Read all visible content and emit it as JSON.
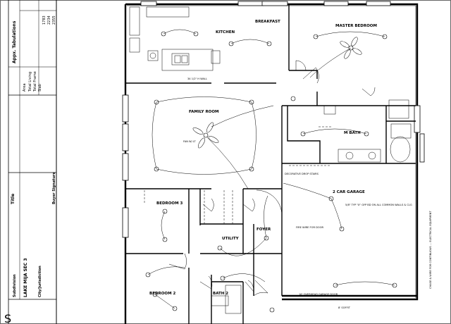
{
  "title_block": {
    "approx_tabulations": "Appx. Tabulations",
    "area_header": "Area",
    "rows": [
      {
        "label": "Total Living",
        "value": "1783"
      },
      {
        "label": "Total Frame",
        "value": "2234"
      },
      {
        "label": "Slab",
        "value": "2355"
      }
    ],
    "title_label": "Title",
    "buyer_signature": "Buyer Signature",
    "subdivision_label": "Subdivision",
    "subdivision_value": "LAKE MIJA SEC 3",
    "city_label": "City/Jurisdiction",
    "sheet_code": "S"
  },
  "rooms": {
    "kitchen": "KITCHEN",
    "breakfast": "BREAKFAST",
    "master_bedroom": "MASTER BEDROOM",
    "family_room": "FAMILY ROOM",
    "m_bath": "M BATH",
    "garage": "2 CAR GARAGE",
    "bedroom3": "BEDROOM 3",
    "bedroom2": "BEDROOM 2",
    "foyer": "FOYER",
    "utility": "UTILITY",
    "bath2": "BATH 2"
  },
  "notes": {
    "wall_note": "34 1/2\" H WALL",
    "garage_door": "16' OVERHEAD GARAGE DOOR",
    "fan_label": "FAN W/ LT",
    "garage_note": "5/8\" TYP \"X\" GYP BD ON ALL COMMON WALLS & CLG",
    "fire_wire": "FIRE WIRE FOR DOOR",
    "soffit": "8' SOFFIT",
    "drop_stairs": "DECORATIVE DROP STAIRS",
    "right_note": "CHASE & WIRE FOR CONTINUOUS ... ELECTRICAL EQUIPMENT"
  }
}
